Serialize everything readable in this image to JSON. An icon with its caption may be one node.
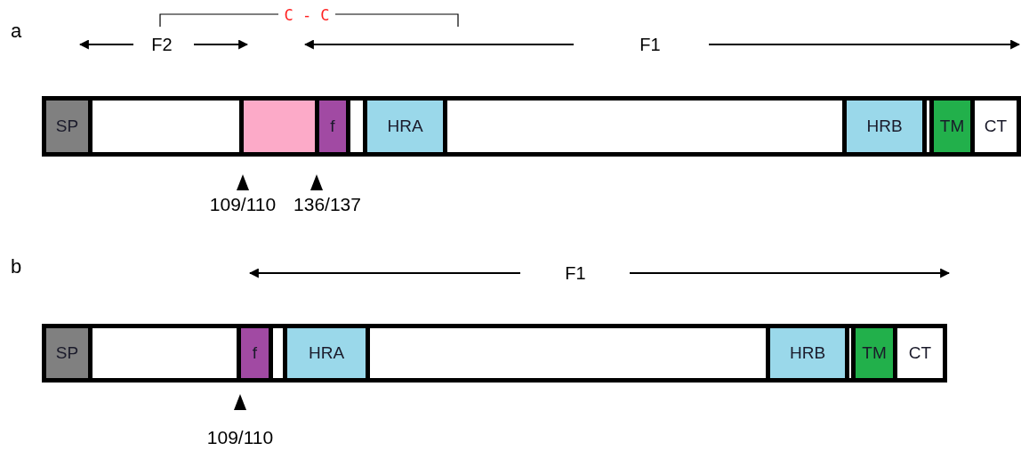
{
  "diagram": {
    "nodes": [
      {
        "text": [],
        "shape": "bar"
      },
      {
        "text": [
          "SP"
        ],
        "in": 0
      },
      {
        "text": [],
        "shape": "box",
        "in": 0
      },
      {
        "text": [],
        "shape": "box",
        "in": 0
      },
      {
        "text": [
          "f"
        ],
        "in": 0
      },
      {
        "text": [],
        "shape": "box",
        "in": 0
      },
      {
        "text": [
          "HRA"
        ],
        "in": 0
      },
      {
        "text": [],
        "shape": "box",
        "in": 0
      },
      {
        "text": [
          "HRB"
        ],
        "in": 0
      },
      {
        "text": [],
        "shape": "box",
        "in": 0
      },
      {
        "text": [
          "TM"
        ],
        "in": 0
      },
      {
        "text": [
          "CT"
        ],
        "in": 0
      },
      {
        "text": [],
        "shape": "bar"
      },
      {
        "text": [
          "SP"
        ],
        "in": 12
      },
      {
        "text": [],
        "shape": "box",
        "in": 12
      },
      {
        "text": [
          "f"
        ],
        "in": 12
      },
      {
        "text": [],
        "shape": "box",
        "in": 12
      },
      {
        "text": [
          "HRA"
        ],
        "in": 12
      },
      {
        "text": [],
        "shape": "box",
        "in": 12
      },
      {
        "text": [
          "HRB"
        ],
        "in": 12
      },
      {
        "text": [],
        "shape": "box",
        "in": 12
      },
      {
        "text": [
          "TM"
        ],
        "in": 12
      },
      {
        "text": [
          "CT"
        ],
        "in": 12
      }
    ],
    "labels": [
      "a",
      "C - C",
      "F2",
      "F1",
      "109/110",
      "136/137",
      "b",
      "F1",
      "109/110"
    ]
  }
}
